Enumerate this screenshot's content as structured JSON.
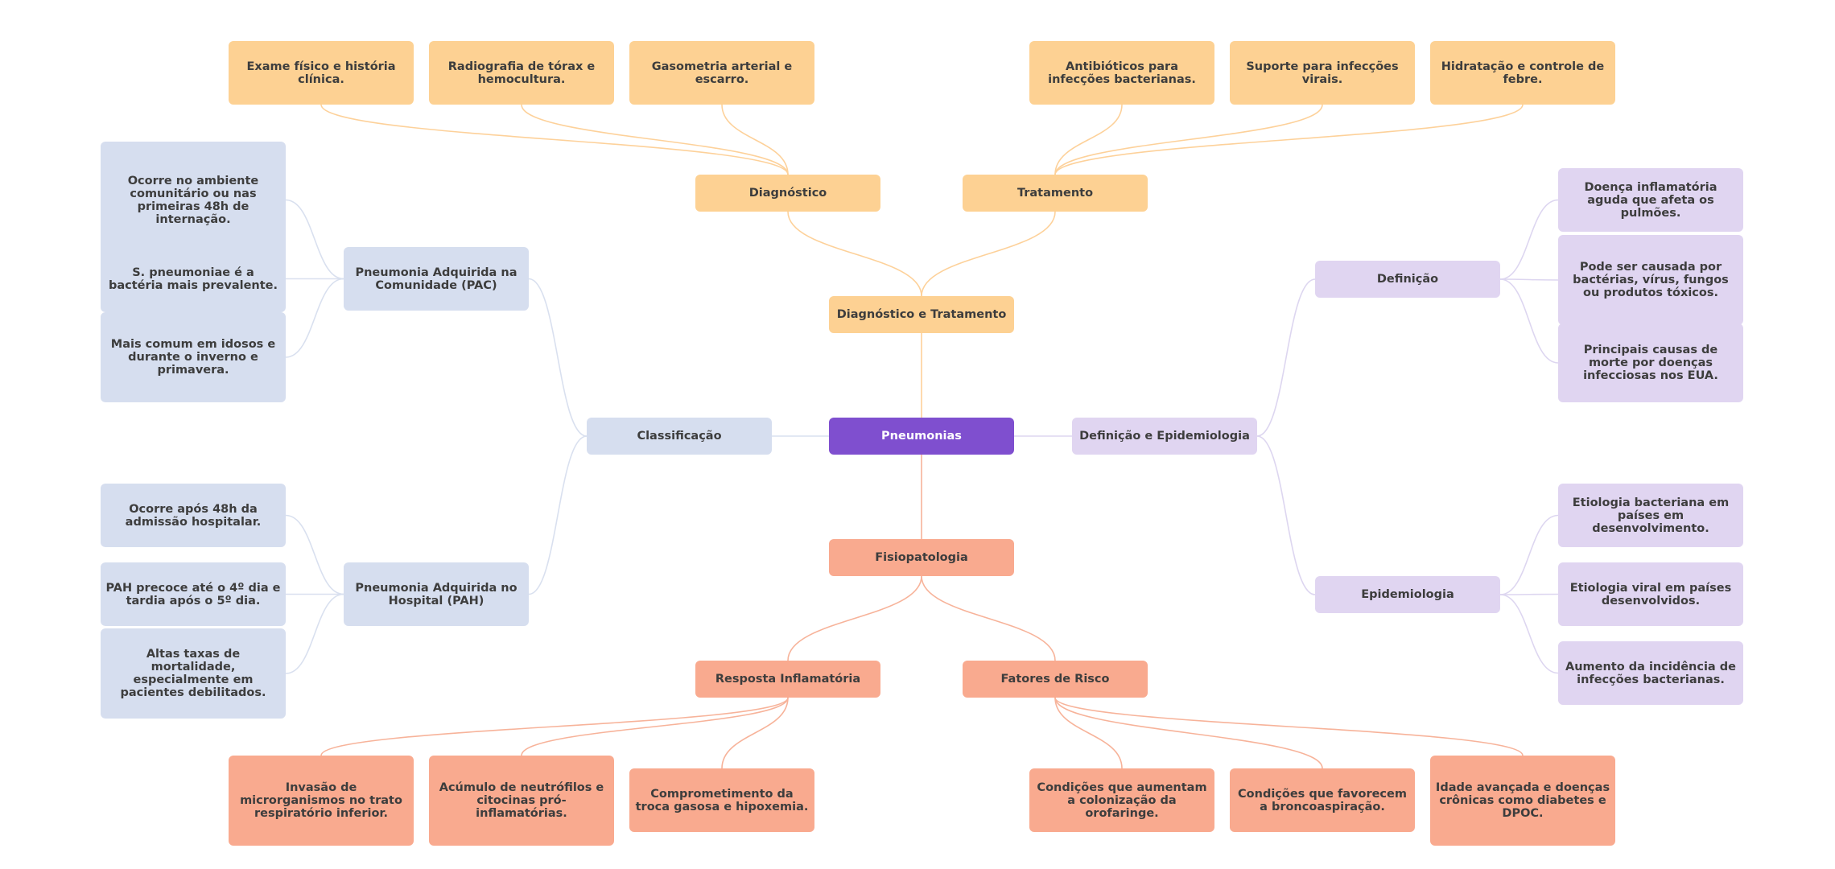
{
  "colors": {
    "center": "#7f4fcf",
    "diagnostico_tratamento": "#fdd193",
    "definicao_epidemiologia": "#e0d5f1",
    "classificacao": "#d6deef",
    "fisiopatologia": "#f9aa8f",
    "edge_orange": "#fdd19a",
    "edge_lav": "#ddd6f0",
    "edge_blue": "#d9e0ef",
    "edge_salmon": "#f7b39a"
  },
  "center": "Pneumonias",
  "diag_trat": {
    "label": "Diagnóstico e Tratamento",
    "diagnostico": {
      "label": "Diagnóstico",
      "items": [
        "Exame físico e história clínica.",
        "Radiografia de tórax e hemocultura.",
        "Gasometria arterial e escarro."
      ]
    },
    "tratamento": {
      "label": "Tratamento",
      "items": [
        "Antibióticos para infecções bacterianas.",
        "Suporte para infecções virais.",
        "Hidratação e controle de febre."
      ]
    }
  },
  "def_epi": {
    "label": "Definição e Epidemiologia",
    "definicao": {
      "label": "Definição",
      "items": [
        "Doença inflamatória aguda que afeta os pulmões.",
        "Pode ser causada por bactérias, vírus, fungos ou produtos tóxicos.",
        "Principais causas de morte por doenças infecciosas nos EUA."
      ]
    },
    "epidemiologia": {
      "label": "Epidemiologia",
      "items": [
        "Etiologia bacteriana em países em desenvolvimento.",
        "Etiologia viral em países desenvolvidos.",
        "Aumento da incidência de infecções bacterianas."
      ]
    }
  },
  "classificacao": {
    "label": "Classificação",
    "pac": {
      "label": "Pneumonia Adquirida na Comunidade (PAC)",
      "items": [
        "Ocorre no ambiente comunitário ou nas primeiras 48h de internação.",
        "S. pneumoniae é a bactéria mais prevalente.",
        "Mais comum em idosos e durante o inverno e primavera."
      ]
    },
    "pah": {
      "label": "Pneumonia Adquirida no Hospital (PAH)",
      "items": [
        "Ocorre após 48h da admissão hospitalar.",
        "PAH precoce até o 4º dia e tardia após o 5º dia.",
        "Altas taxas de mortalidade, especialmente em pacientes debilitados."
      ]
    }
  },
  "fisio": {
    "label": "Fisiopatologia",
    "resposta": {
      "label": "Resposta Inflamatória",
      "items": [
        "Invasão de microrganismos no trato respiratório inferior.",
        "Acúmulo de neutrófilos e citocinas pró-inflamatórias.",
        "Comprometimento da troca gasosa e hipoxemia."
      ]
    },
    "fatores": {
      "label": "Fatores de Risco",
      "items": [
        "Condições que aumentam a colonização da orofaringe.",
        "Condições que favorecem a broncoaspiração.",
        "Idade avançada e doenças crônicas como diabetes e DPOC."
      ]
    }
  }
}
